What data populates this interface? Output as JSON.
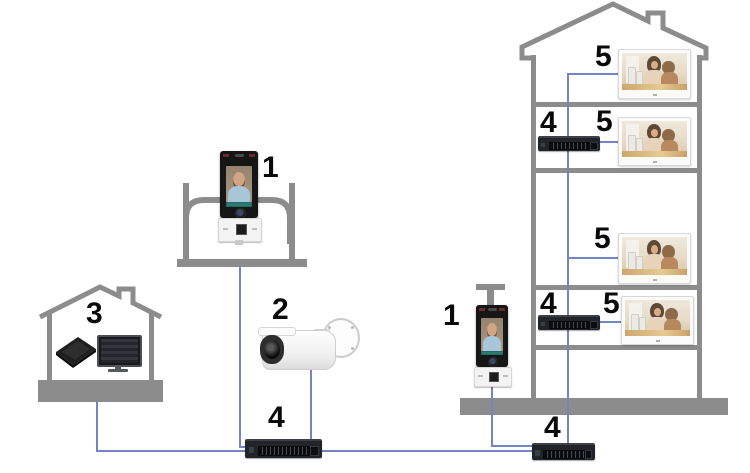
{
  "labels": {
    "door_station_left": "1",
    "camera": "2",
    "management_center": "3",
    "switch_entrance": "4",
    "door_station_right": "1",
    "monitor_floor4": "5",
    "switch_floor3": "4",
    "monitor_floor3": "5",
    "monitor_floor2": "5",
    "switch_floor1": "4",
    "monitor_floor1": "5",
    "switch_outdoor": "4"
  },
  "colors": {
    "structure_gray": "#8c8c8c",
    "cable_blue": "#7484c2",
    "label_black": "#0a0a0a",
    "switch_dark": "#212428",
    "monitor_frame_white": "#fbfbfb"
  }
}
